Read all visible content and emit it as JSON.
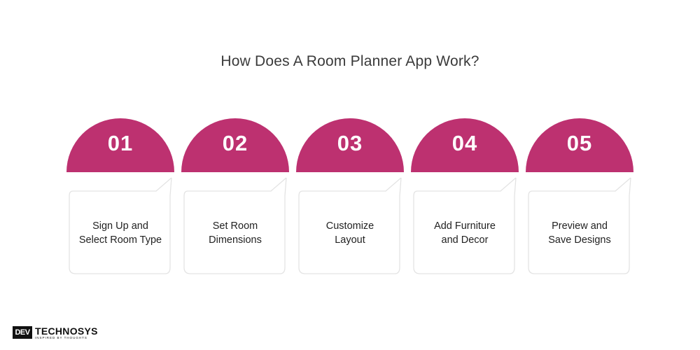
{
  "title": "How Does A Room Planner App Work?",
  "accent_color": "#bd3170",
  "steps": [
    {
      "number": "01",
      "label_line1": "Sign Up and",
      "label_line2": "Select Room Type"
    },
    {
      "number": "02",
      "label_line1": "Set Room",
      "label_line2": "Dimensions"
    },
    {
      "number": "03",
      "label_line1": "Customize",
      "label_line2": "Layout"
    },
    {
      "number": "04",
      "label_line1": "Add Furniture",
      "label_line2": "and Decor"
    },
    {
      "number": "05",
      "label_line1": "Preview and",
      "label_line2": "Save Designs"
    }
  ],
  "logo": {
    "mark": "DEV",
    "brand": "TECHNOSYS",
    "tagline": "INSPIRED BY THOUGHTS"
  }
}
